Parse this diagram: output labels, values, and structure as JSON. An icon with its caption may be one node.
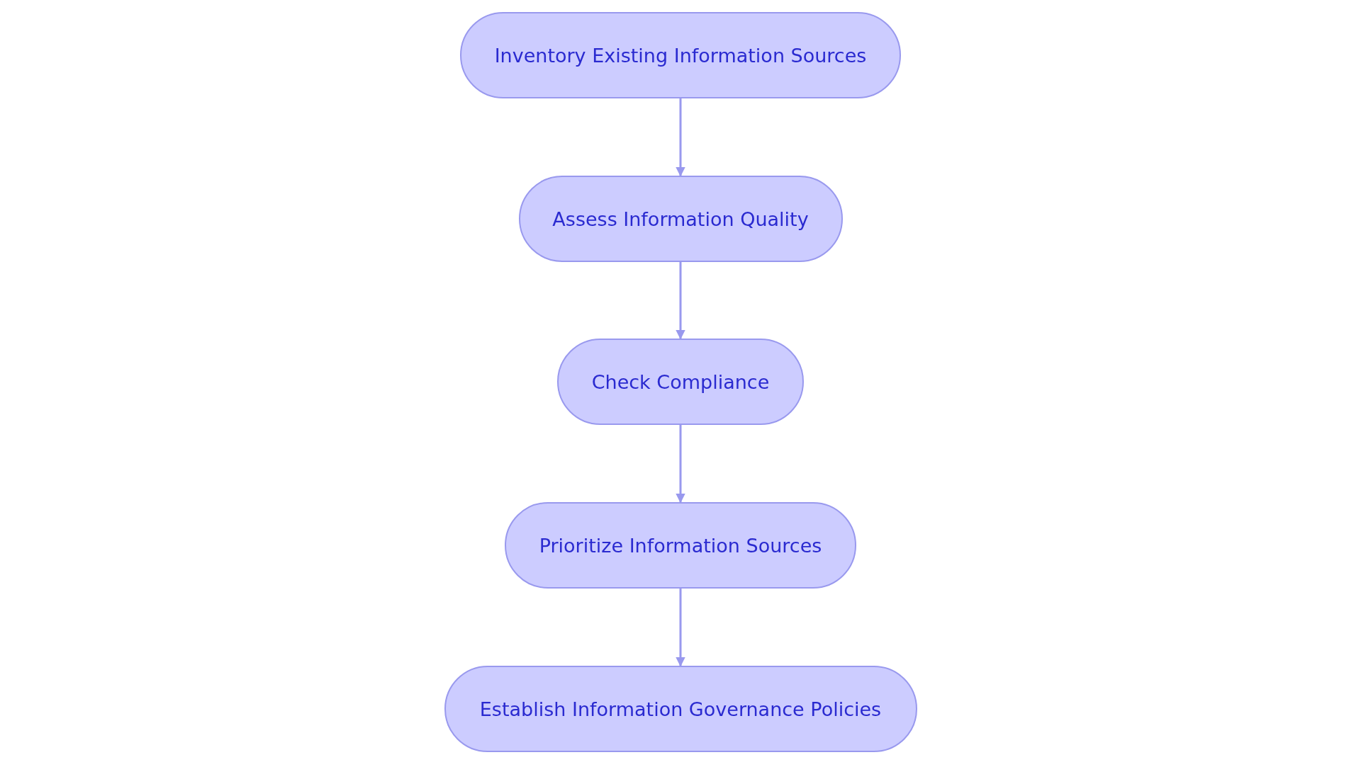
{
  "diagram": {
    "nodes": [
      {
        "text": [
          "Inventory Existing Information Sources"
        ]
      },
      {
        "text": [
          "Assess Information Quality"
        ]
      },
      {
        "text": [
          "Check Compliance"
        ]
      },
      {
        "text": [
          "Prioritize Information Sources"
        ]
      },
      {
        "text": [
          "Establish Information Governance Policies"
        ]
      }
    ],
    "edges": [
      {
        "from": 0,
        "to": 1,
        "arrow": "to"
      },
      {
        "from": 1,
        "to": 2,
        "arrow": "to"
      },
      {
        "from": 2,
        "to": 3,
        "arrow": "to"
      },
      {
        "from": 3,
        "to": 4,
        "arrow": "to"
      }
    ]
  }
}
